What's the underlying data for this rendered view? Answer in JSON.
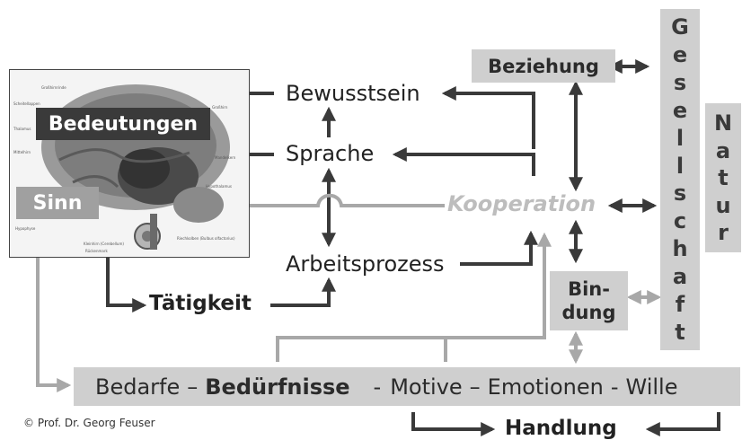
{
  "labels": {
    "bedeutungen": "Bedeutungen",
    "sinn": "Sinn",
    "bewusstsein": "Bewusstsein",
    "sprache": "Sprache",
    "arbeitsprozess": "Arbeitsprozess",
    "taetigkeit": "Tätigkeit",
    "kooperation": "Kooperation",
    "beziehung": "Beziehung",
    "bindung_line1": "Bin-",
    "bindung_line2": "dung",
    "handlung": "Handlung",
    "gesellschaft_letters": [
      "G",
      "e",
      "s",
      "e",
      "l",
      "l",
      "s",
      "c",
      "h",
      "a",
      "f",
      "t"
    ],
    "natur_letters": [
      "N",
      "a",
      "t",
      "u",
      "r"
    ]
  },
  "bottom_bar": {
    "bedarfe": "Bedarfe",
    "dash1": "–",
    "beduerfnisse": "Bedürfnisse",
    "dash2": "-",
    "motive": "Motive",
    "dash3": "–",
    "emotionen": "Emotionen",
    "dash4": "-",
    "wille": "Wille"
  },
  "brain_image_tiny_labels": [
    "Großhirnrinde",
    "Scheitellappen",
    "Thalamus",
    "Mittelhirn",
    "Großhirn",
    "Hypothalamus",
    "Mandelkern",
    "Hypophyse",
    "Kleinhirn (Cerebellum)",
    "Riechkolben (Bulbus olfactorius)",
    "Hirnstamm",
    "Rückenmark"
  ],
  "copyright": "© Prof. Dr. Georg Feuser",
  "colors": {
    "dark_box": "#3a3a3a",
    "grey_box": "#cfcfcf",
    "arrow_dark": "#3a3a3a",
    "arrow_light": "#a8a8a8",
    "kooperation_text": "#bdbdbd"
  }
}
